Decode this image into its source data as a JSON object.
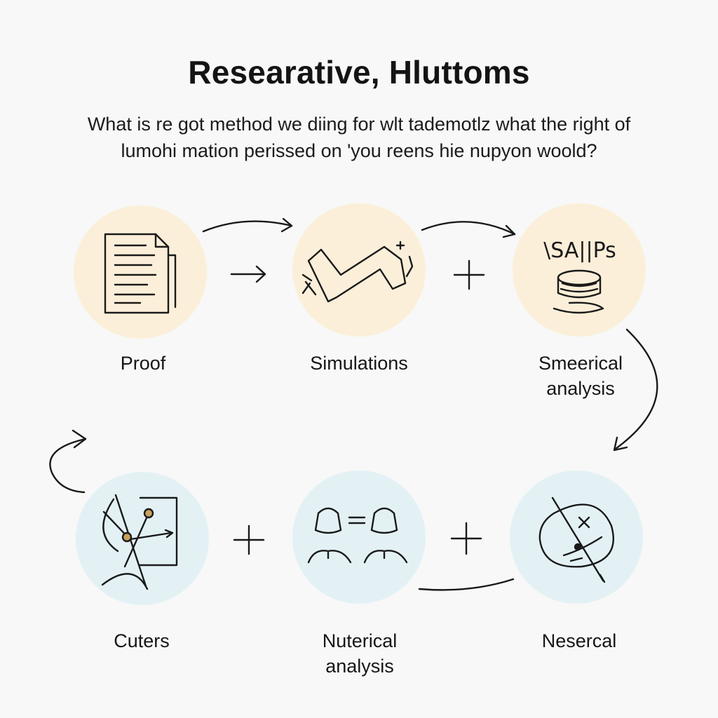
{
  "title": "Researative, Hluttoms",
  "subtitle": {
    "line1": "What is re got method we diing for wlt tademotlz what the right of",
    "line2": "lumohi mation perissed on 'you reens hie nupyon woold?"
  },
  "colors": {
    "background": "#f7f8f7",
    "top_circle_fill": "#fcefd9",
    "bottom_circle_fill": "#e3f1f5",
    "stroke": "#1a1a1a",
    "node_dot": "#c9a15d"
  },
  "nodes": {
    "proof": {
      "label": "Proof",
      "icon": "document-icon"
    },
    "simulations": {
      "label": "Simulations",
      "icon": "zigzag-shape-icon"
    },
    "smeerical": {
      "label_line1": "Smeerical",
      "label_line2": "analysis",
      "icon_text": "\\SA||Ps",
      "icon": "stacked-disc-icon"
    },
    "cuters": {
      "label": "Cuters",
      "icon": "geometry-graph-icon"
    },
    "nuterical": {
      "label_line1": "Nuterical",
      "label_line2": "analysis",
      "icon": "two-people-equal-icon"
    },
    "nesercal": {
      "label": "Nesercal",
      "icon": "circle-cross-icon"
    }
  },
  "connectors": {
    "arrow": "→",
    "plus": "+"
  }
}
